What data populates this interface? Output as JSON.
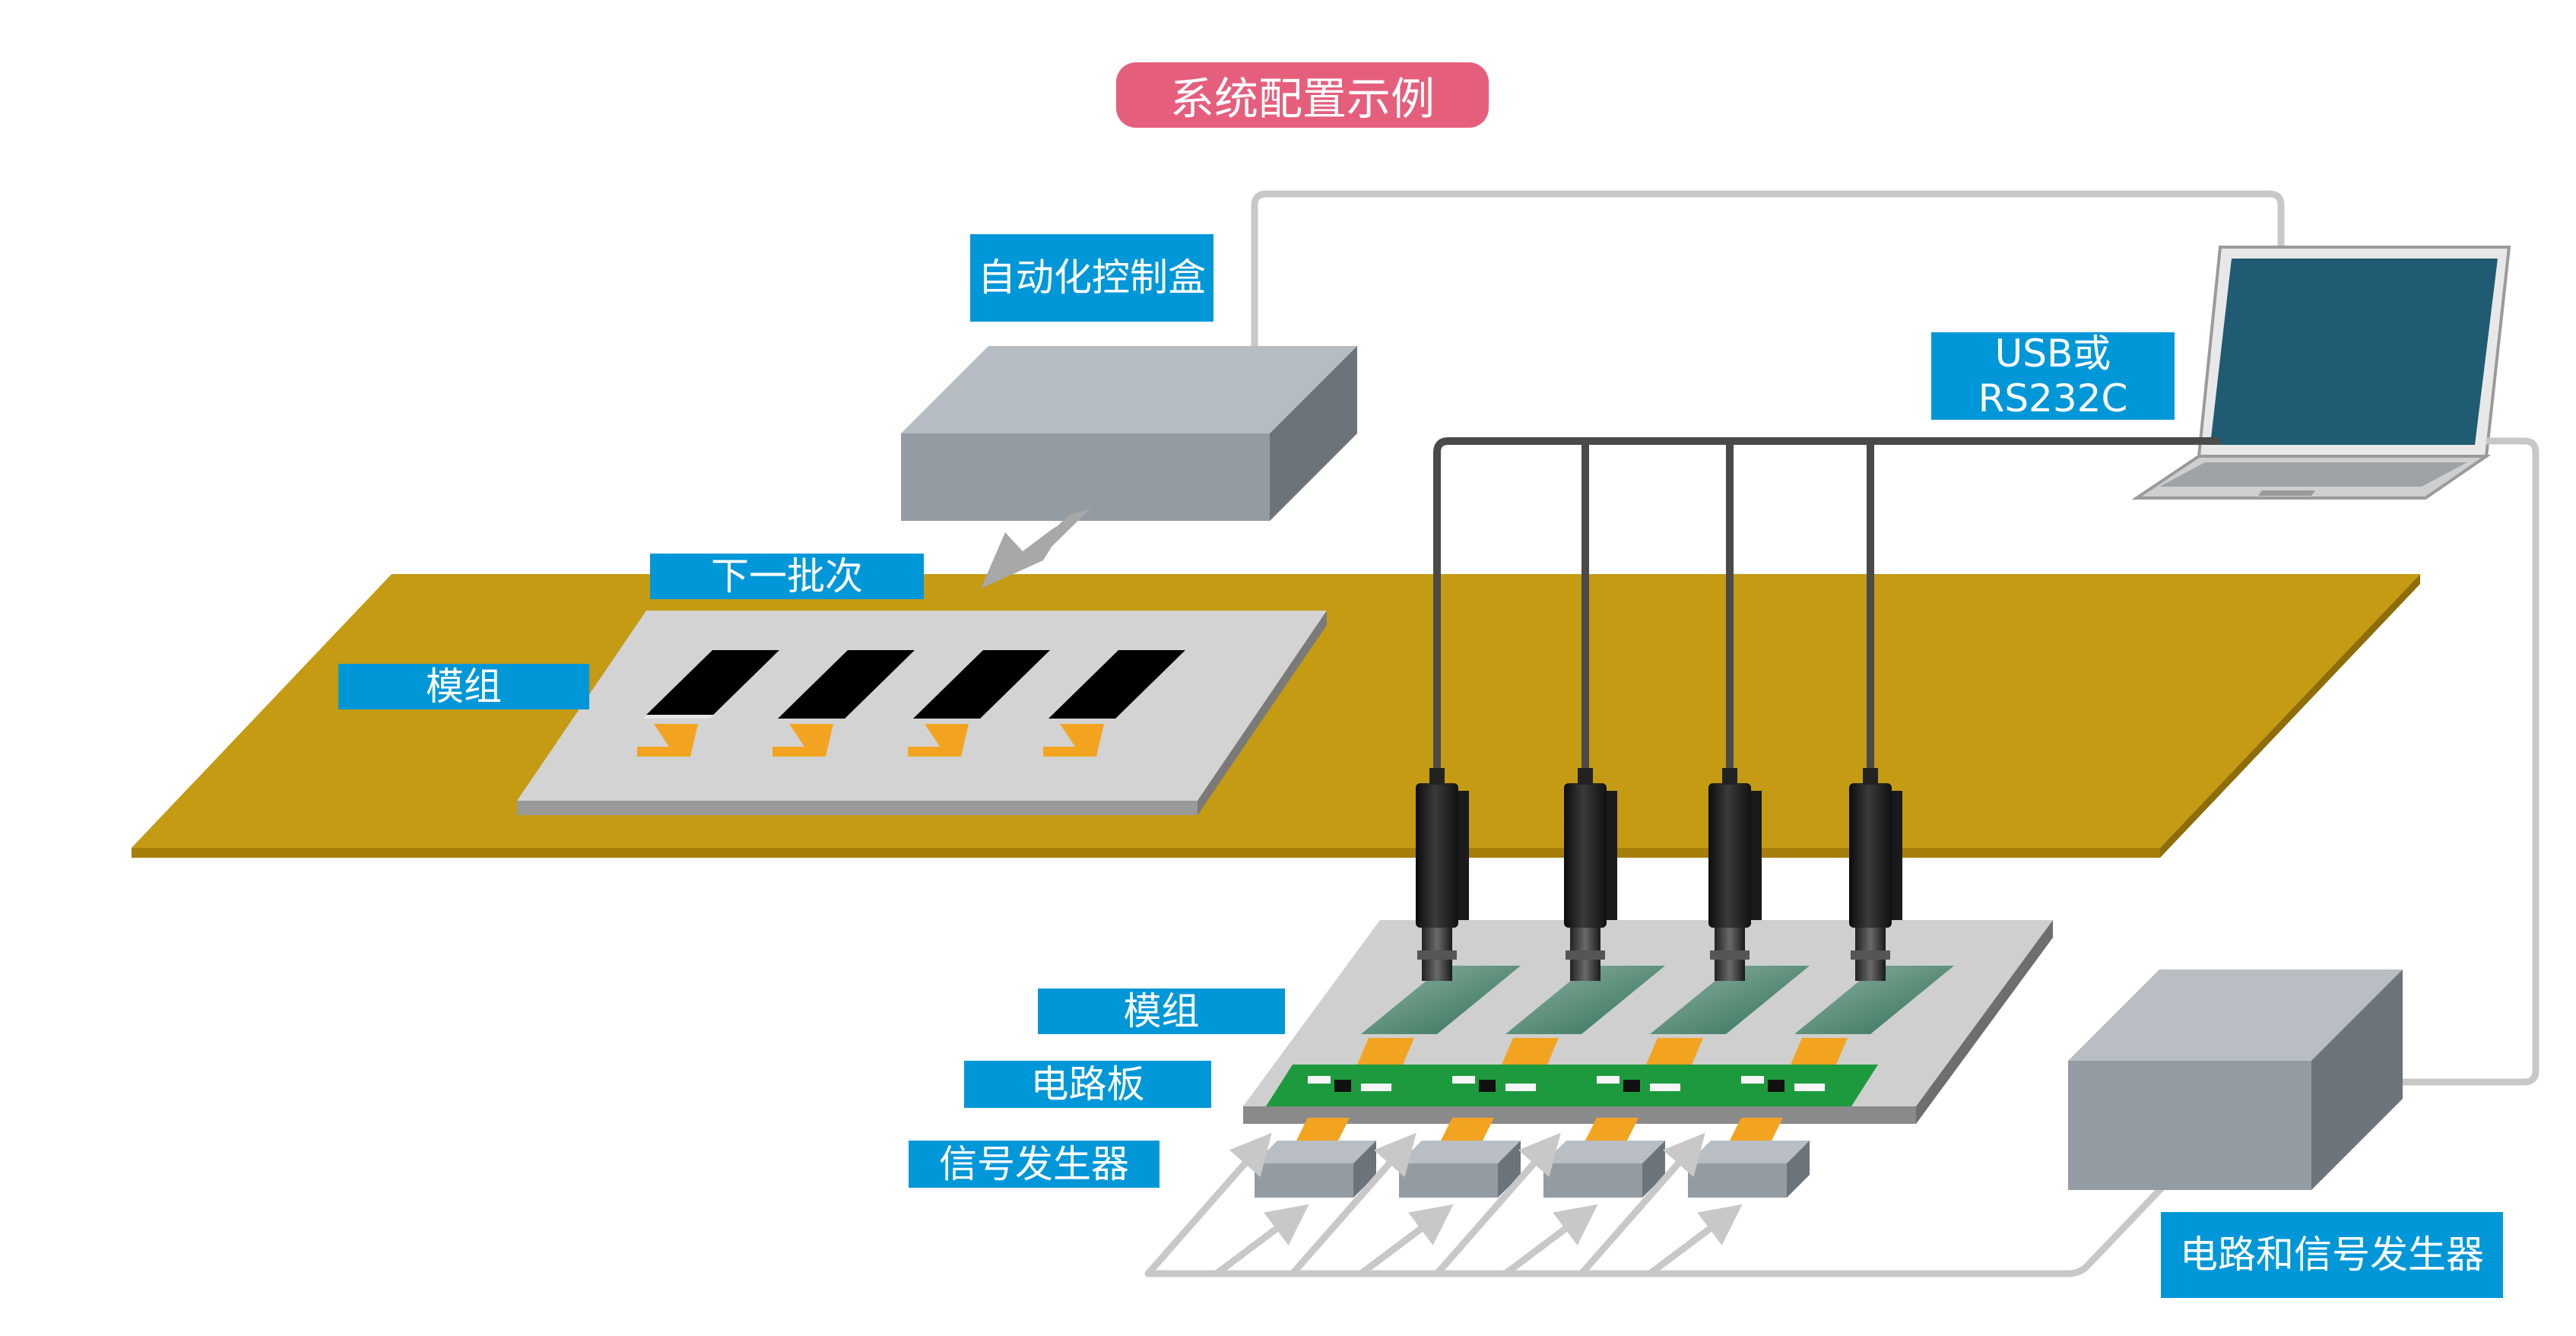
{
  "title": "系统配置示例",
  "labels": {
    "automation_box": "自动化控制盒",
    "next_batch": "下一批次",
    "module_conveyor": "模组",
    "usb_line1": "USB或",
    "usb_line2": "RS232C",
    "module_fixture": "模组",
    "circuit_board": "电路板",
    "signal_generator": "信号发生器",
    "circuit_signal_generator": "电路和信号发生器"
  },
  "colors": {
    "title_bg": "#e55f7c",
    "label_bg": "#0097d8",
    "conveyor": "#c49b12",
    "cable": "#4a4a4a",
    "wire": "#c8c8c8",
    "box_gray": "#939ca3",
    "fpc": "#f2a420",
    "pcb": "#1e9a3e",
    "laptop_screen": "#1f5b73"
  },
  "icons": [
    "automation-control-box",
    "laptop-icon",
    "camera-icon",
    "signal-generator-box",
    "circuit-and-signal-generator-box"
  ]
}
